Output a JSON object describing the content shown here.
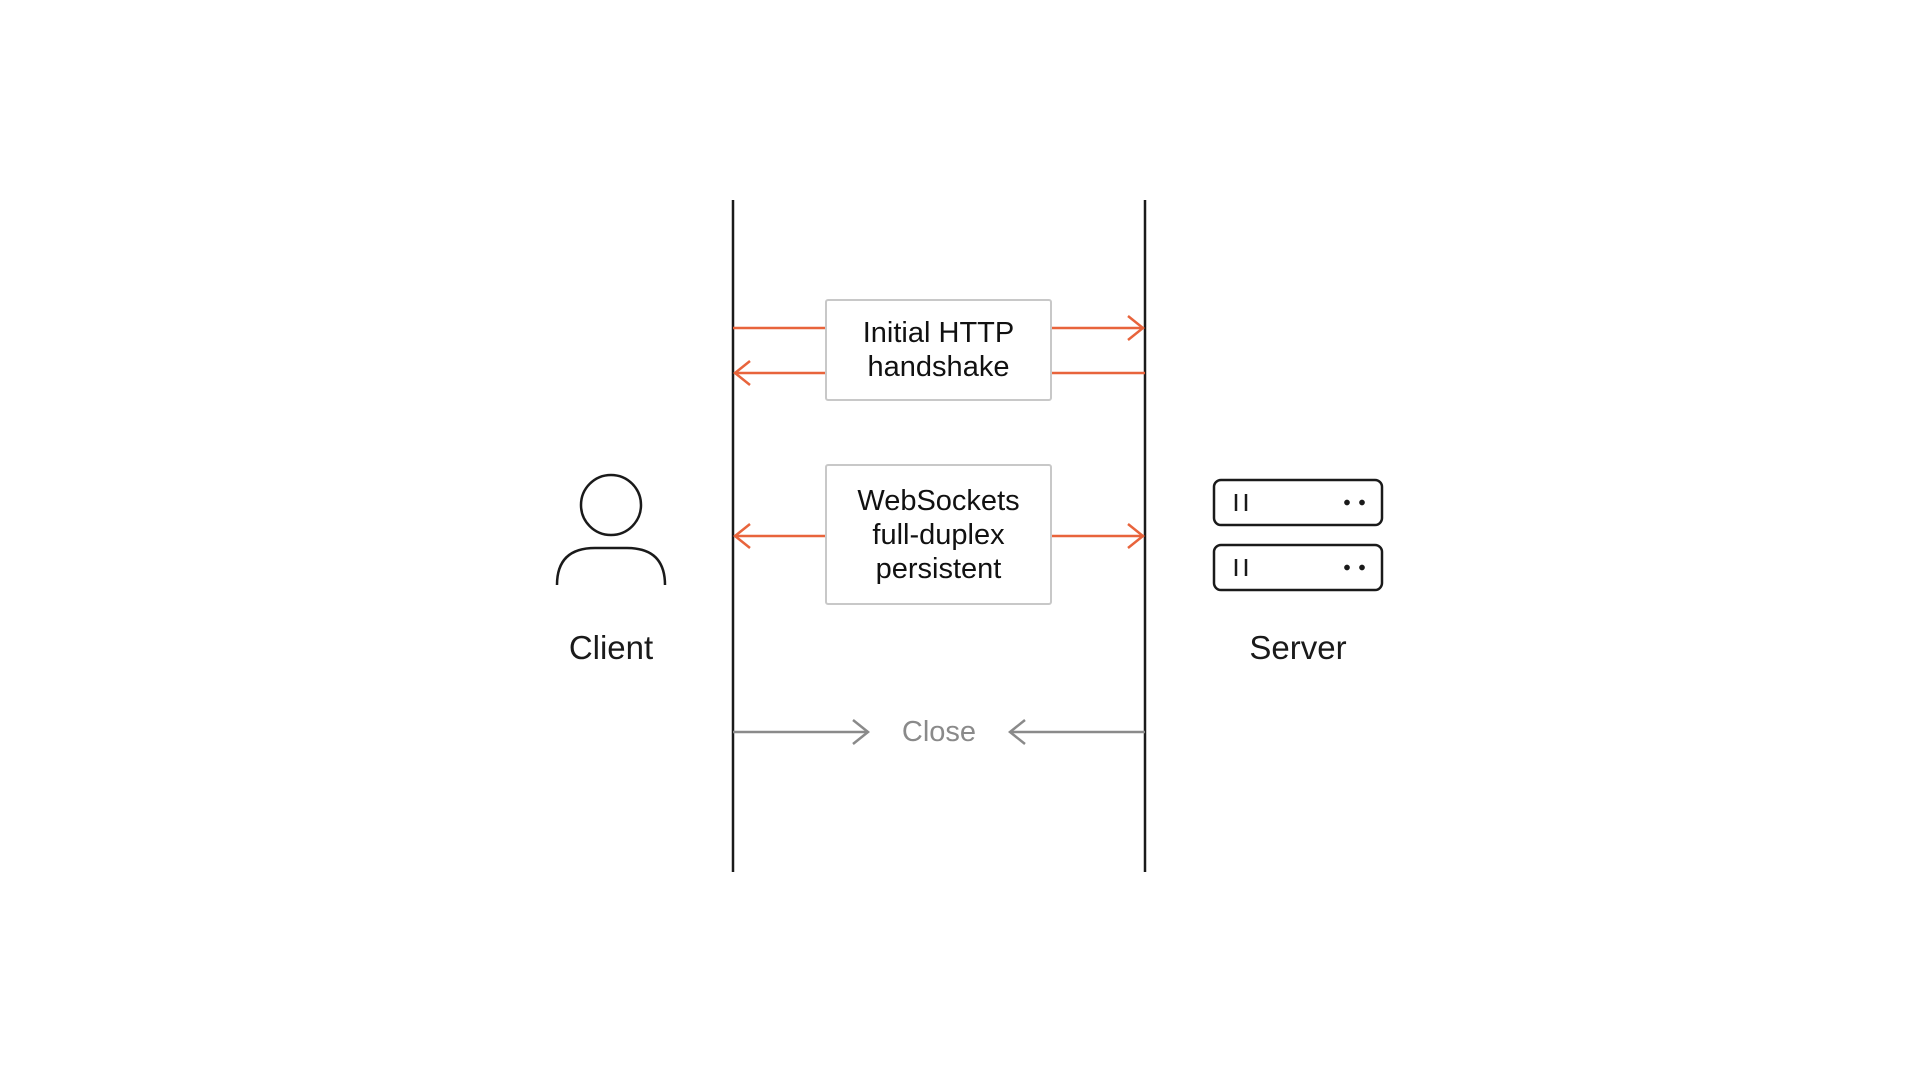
{
  "colors": {
    "lifeline": "#1a1a1a",
    "message_arrow": "#e8643c",
    "close_arrow": "#8a8a8a",
    "box_border": "#c8c8c8",
    "icon_stroke": "#1a1a1a"
  },
  "actors": {
    "client": {
      "label": "Client",
      "icon": "user-icon"
    },
    "server": {
      "label": "Server",
      "icon": "server-icon"
    }
  },
  "messages": {
    "handshake": {
      "lines": [
        "Initial HTTP",
        "handshake"
      ]
    },
    "websocket": {
      "lines": [
        "WebSockets",
        "full-duplex",
        "persistent"
      ]
    },
    "close": {
      "label": "Close"
    }
  }
}
